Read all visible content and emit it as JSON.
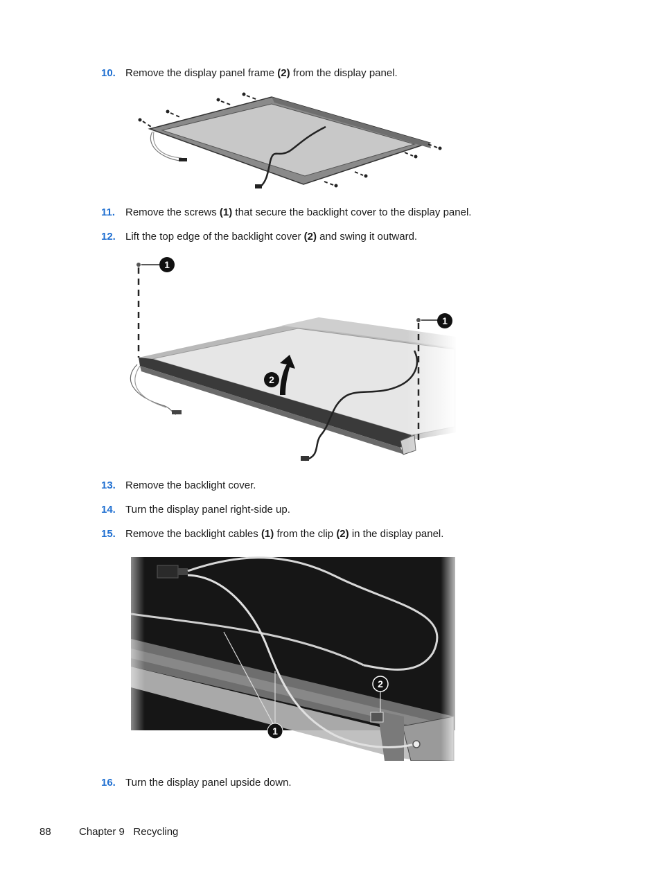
{
  "steps": [
    {
      "num": "10.",
      "parts": [
        {
          "t": "Remove the display panel frame "
        },
        {
          "t": "(2)",
          "b": true
        },
        {
          "t": " from the display panel."
        }
      ]
    },
    {
      "num": "11.",
      "parts": [
        {
          "t": "Remove the screws "
        },
        {
          "t": "(1)",
          "b": true
        },
        {
          "t": " that secure the backlight cover to the display panel."
        }
      ]
    },
    {
      "num": "12.",
      "parts": [
        {
          "t": "Lift the top edge of the backlight cover "
        },
        {
          "t": "(2)",
          "b": true
        },
        {
          "t": " and swing it outward."
        }
      ]
    },
    {
      "num": "13.",
      "parts": [
        {
          "t": "Remove the backlight cover."
        }
      ]
    },
    {
      "num": "14.",
      "parts": [
        {
          "t": "Turn the display panel right-side up."
        }
      ]
    },
    {
      "num": "15.",
      "parts": [
        {
          "t": "Remove the backlight cables "
        },
        {
          "t": "(1)",
          "b": true
        },
        {
          "t": " from the clip "
        },
        {
          "t": "(2)",
          "b": true
        },
        {
          "t": " in the display panel."
        }
      ]
    },
    {
      "num": "16.",
      "parts": [
        {
          "t": "Turn the display panel upside down."
        }
      ]
    }
  ],
  "callouts": {
    "one": "1",
    "two": "2"
  },
  "footer": {
    "page": "88",
    "chapter": "Chapter 9   Recycling"
  }
}
